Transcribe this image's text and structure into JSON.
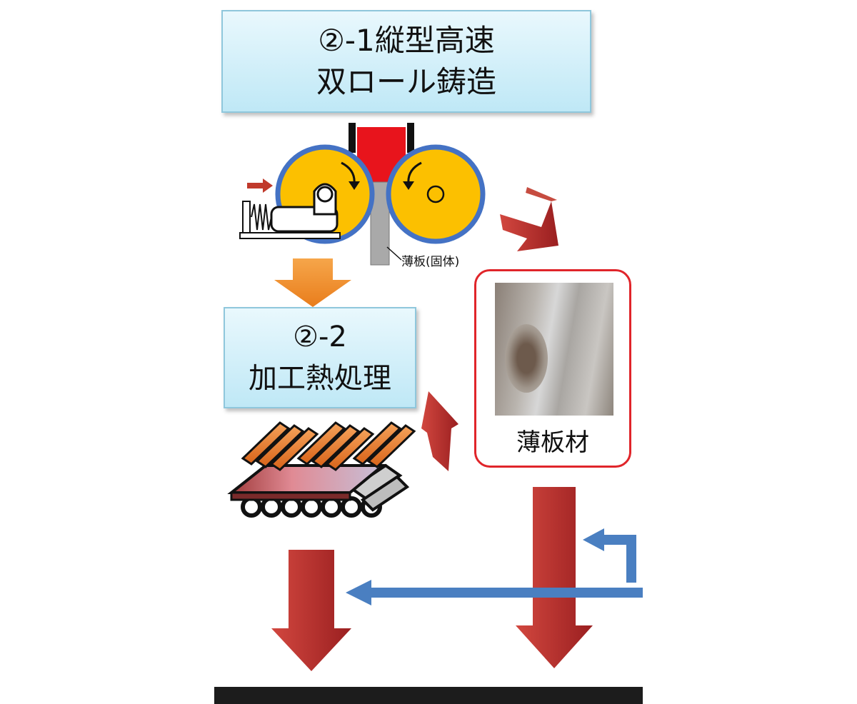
{
  "step1": {
    "line1": "②-1縦型高速",
    "line2": "双ロール鋳造"
  },
  "step2": {
    "line1": "②-2",
    "line2": "加工熱処理"
  },
  "sheet_label": "薄板(固体)",
  "product": {
    "label": "薄板材"
  },
  "colors": {
    "box_fill": "#c8ecf8",
    "product_border": "#e0252a",
    "red_arrow": "#b0282a",
    "orange_arrow": "#f08c2a",
    "blue_arrow": "#4a7fc1",
    "roll_fill": "#fcc000",
    "roll_edge": "#4472c4"
  }
}
